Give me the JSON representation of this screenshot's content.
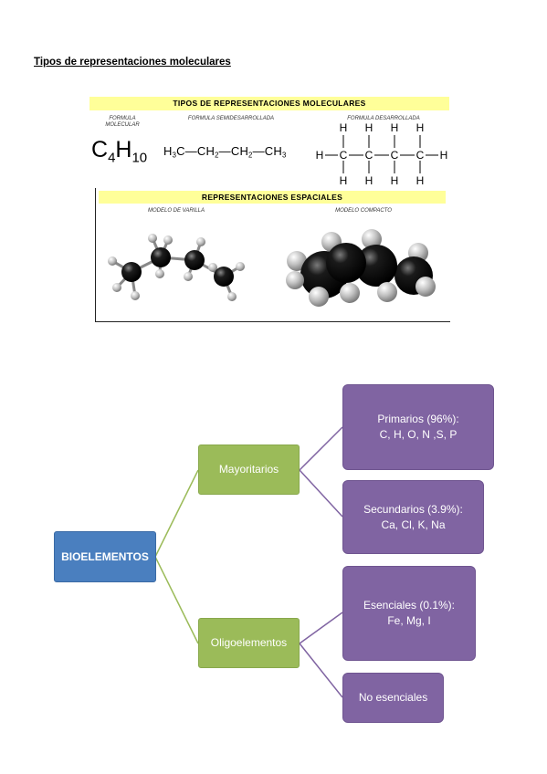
{
  "heading": "Tipos de representaciones moleculares",
  "figure": {
    "top_banner": "TIPOS DE REPRESENTACIONES MOLECULARES",
    "labels": {
      "molecular": "FORMULA MOLECULAR",
      "semidesarrollada": "FORMULA SEMIDESARROLLADA",
      "desarrollada": "FORMULA DESARROLLADA"
    },
    "formulas": {
      "molecular": "C4H10",
      "semidesarrollada": "H3C—CH2—CH2—CH3",
      "developed_atoms": {
        "carbon": "C",
        "hydrogen": "H"
      }
    },
    "bottom_banner": "REPRESENTACIONES ESPACIALES",
    "models": {
      "varilla": "MODELO DE VARILLA",
      "compacto": "MODELO COMPACTO"
    }
  },
  "mindmap": {
    "root": "BIOELEMENTOS",
    "mayoritarios": {
      "label": "Mayoritarios",
      "primarios": {
        "line1": "Primarios (96%):",
        "line2": "C, H, O, N ,S, P"
      },
      "secundarios": {
        "line1": "Secundarios (3.9%):",
        "line2": "Ca, Cl, K, Na"
      }
    },
    "oligoelementos": {
      "label": "Oligoelementos",
      "esenciales": {
        "line1": "Esenciales (0.1%):",
        "line2": "Fe, Mg, I"
      },
      "no_esenciales": "No esenciales"
    }
  },
  "colors": {
    "banner": "#ffff99",
    "root": "#4a7fbf",
    "level1": "#9bbb59",
    "level2": "#8064a2",
    "connector_green": "#9bbb59",
    "connector_purple": "#8064a2"
  }
}
